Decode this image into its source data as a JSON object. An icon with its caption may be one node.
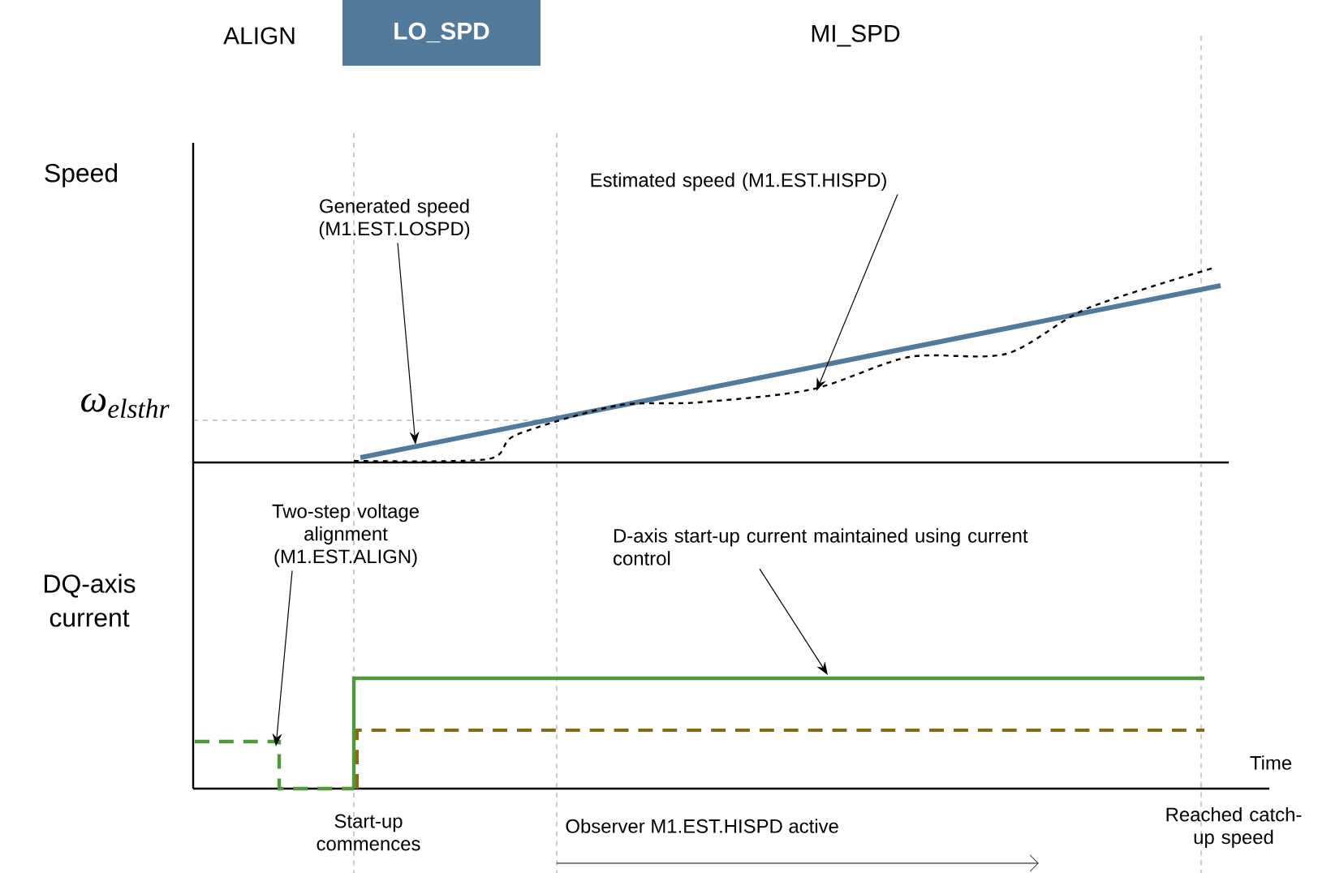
{
  "diagram": {
    "nodes": [
      {
        "text": [
          "LO_SPD"
        ]
      },
      {
        "text": [
          "Generated speed (M1.EST.LOSPD)"
        ]
      },
      {
        "text": [
          "Estimated speed (M1.EST.HISPD)"
        ]
      },
      {
        "text": [
          "Two-step voltage alignment (M1.EST.ALIGN)"
        ]
      },
      {
        "text": [
          "D-axis start-up current maintained using current control"
        ]
      },
      {
        "text": [],
        "shape": "line"
      },
      {
        "text": [],
        "shape": "line"
      },
      {
        "text": [],
        "shape": "line"
      },
      {
        "text": [],
        "shape": "line"
      }
    ],
    "edges": [
      {
        "from": 1,
        "to": 5,
        "arrow": "to"
      },
      {
        "from": 2,
        "to": 6,
        "arrow": "to"
      },
      {
        "from": 3,
        "to": 7,
        "arrow": "to"
      },
      {
        "from": 4,
        "to": 8,
        "arrow": "to"
      }
    ],
    "labels": [
      "ALIGN",
      "MI_SPD",
      "Speed",
      "ω$_{elsthr}$",
      "DQ-axis current",
      "Time",
      "Start-up commences",
      "Observer M1.EST.HISPD active",
      "Reached catch-up speed"
    ]
  }
}
